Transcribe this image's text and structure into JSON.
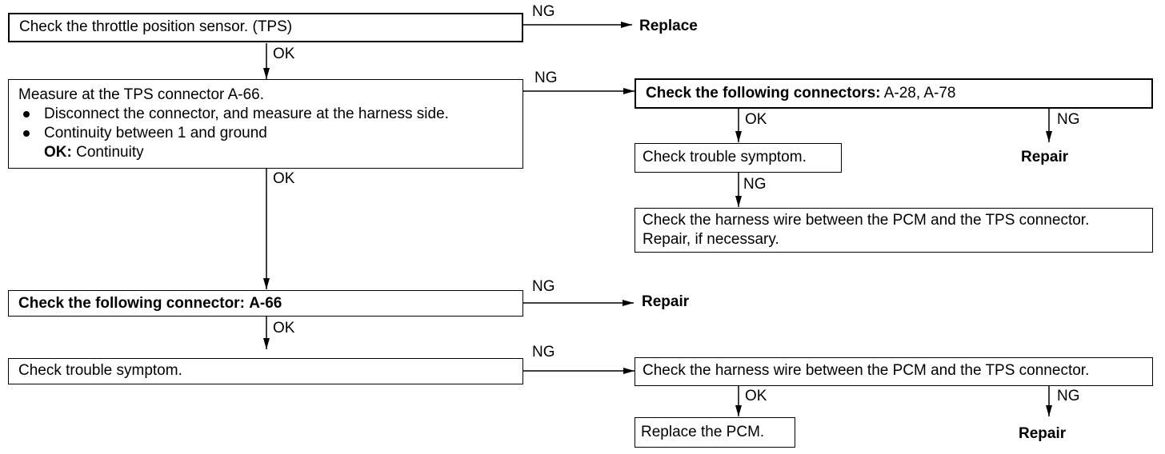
{
  "steps": {
    "tps": {
      "text": "Check the throttle position sensor. (TPS)"
    },
    "measure": {
      "title": "Measure at the TPS connector A-66.",
      "bullets": [
        "Disconnect the connector, and measure at the harness side.",
        "Continuity between 1 and ground"
      ],
      "ok_label": "OK:",
      "ok_value": "Continuity"
    },
    "conn_a66": {
      "bold": "Check the following connector:",
      "rest": "A-66"
    },
    "symptom_left": {
      "text": "Check trouble symptom."
    },
    "conn_a28": {
      "bold": "Check the following connectors:",
      "rest": "A-28, A-78"
    },
    "symptom_right": {
      "text": "Check trouble symptom."
    },
    "harness_repair": {
      "line1": "Check the harness wire between the PCM and the TPS connector.",
      "line2": "Repair, if necessary."
    },
    "harness_check": {
      "text": "Check the harness wire between the PCM and the TPS connector."
    },
    "replace_pcm": {
      "text": "Replace the PCM."
    }
  },
  "labels": {
    "ok": "OK",
    "ng": "NG"
  },
  "results": {
    "replace": "Replace",
    "repair_a28": "Repair",
    "repair_a66": "Repair",
    "repair_bottom": "Repair"
  }
}
